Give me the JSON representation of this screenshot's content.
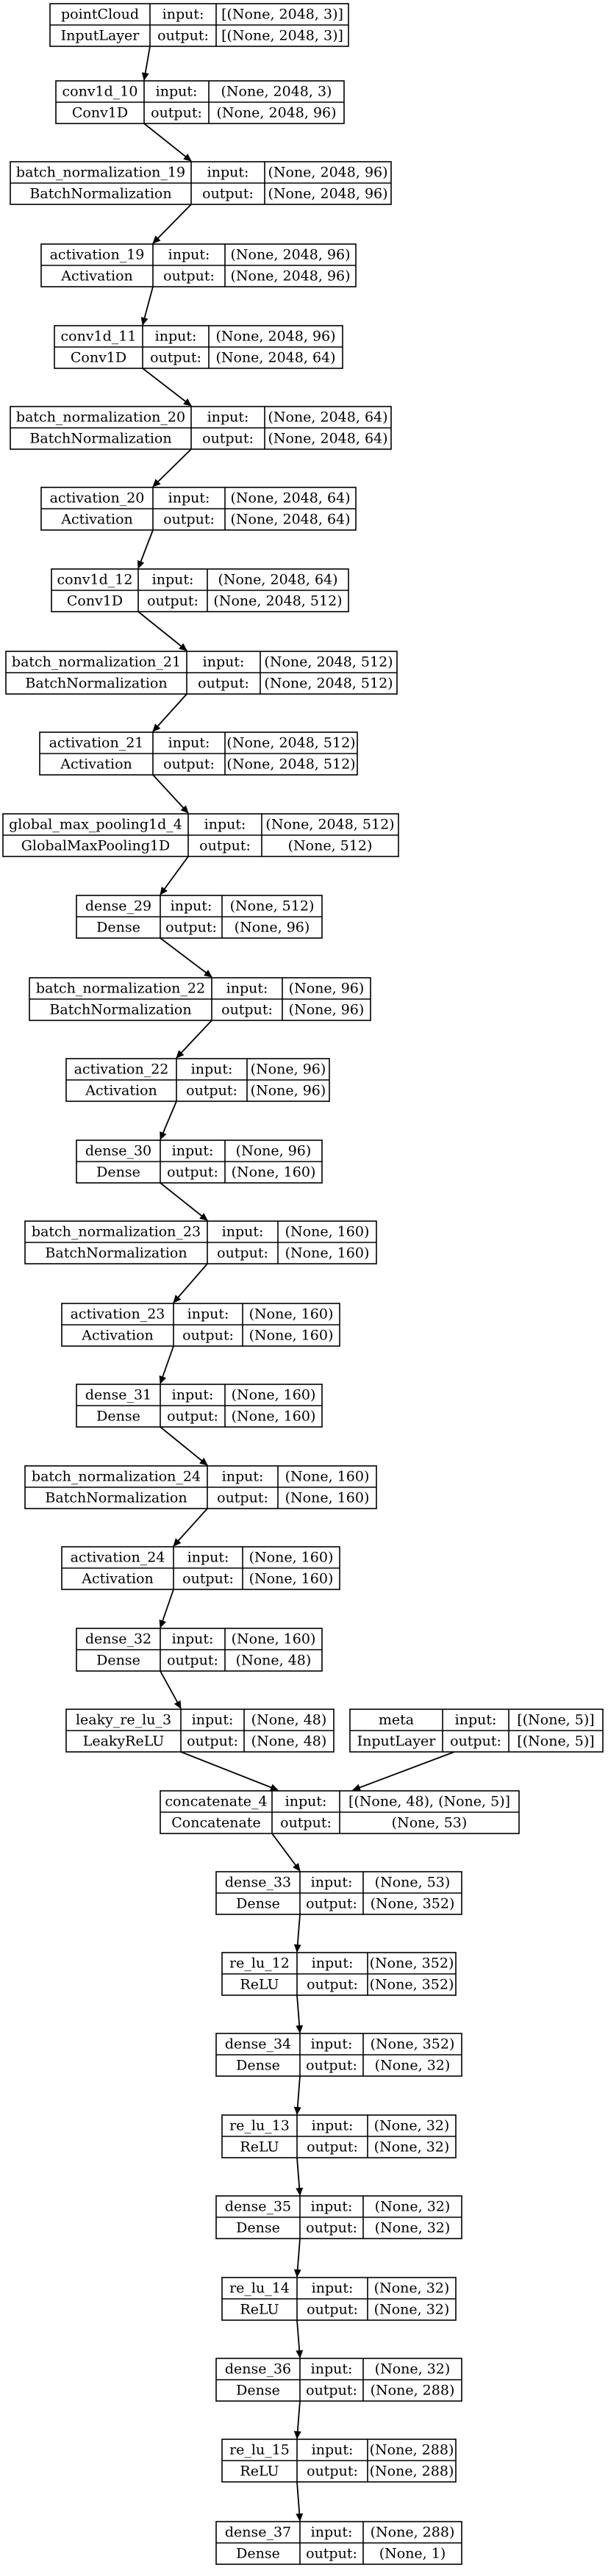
{
  "diagram": {
    "type": "keras-model-plot",
    "labels": {
      "input": "input:",
      "output": "output:"
    },
    "nodes": [
      {
        "id": "pointCloud",
        "name": "pointCloud",
        "class": "InputLayer",
        "input": "[(None, 2048, 3)]",
        "output": "[(None, 2048, 3)]"
      },
      {
        "id": "conv1d_10",
        "name": "conv1d_10",
        "class": "Conv1D",
        "input": "(None, 2048, 3)",
        "output": "(None, 2048, 96)"
      },
      {
        "id": "batch_normalization_19",
        "name": "batch_normalization_19",
        "class": "BatchNormalization",
        "input": "(None, 2048, 96)",
        "output": "(None, 2048, 96)"
      },
      {
        "id": "activation_19",
        "name": "activation_19",
        "class": "Activation",
        "input": "(None, 2048, 96)",
        "output": "(None, 2048, 96)"
      },
      {
        "id": "conv1d_11",
        "name": "conv1d_11",
        "class": "Conv1D",
        "input": "(None, 2048, 96)",
        "output": "(None, 2048, 64)"
      },
      {
        "id": "batch_normalization_20",
        "name": "batch_normalization_20",
        "class": "BatchNormalization",
        "input": "(None, 2048, 64)",
        "output": "(None, 2048, 64)"
      },
      {
        "id": "activation_20",
        "name": "activation_20",
        "class": "Activation",
        "input": "(None, 2048, 64)",
        "output": "(None, 2048, 64)"
      },
      {
        "id": "conv1d_12",
        "name": "conv1d_12",
        "class": "Conv1D",
        "input": "(None, 2048, 64)",
        "output": "(None, 2048, 512)"
      },
      {
        "id": "batch_normalization_21",
        "name": "batch_normalization_21",
        "class": "BatchNormalization",
        "input": "(None, 2048, 512)",
        "output": "(None, 2048, 512)"
      },
      {
        "id": "activation_21",
        "name": "activation_21",
        "class": "Activation",
        "input": "(None, 2048, 512)",
        "output": "(None, 2048, 512)"
      },
      {
        "id": "global_max_pooling1d_4",
        "name": "global_max_pooling1d_4",
        "class": "GlobalMaxPooling1D",
        "input": "(None, 2048, 512)",
        "output": "(None, 512)"
      },
      {
        "id": "dense_29",
        "name": "dense_29",
        "class": "Dense",
        "input": "(None, 512)",
        "output": "(None, 96)"
      },
      {
        "id": "batch_normalization_22",
        "name": "batch_normalization_22",
        "class": "BatchNormalization",
        "input": "(None, 96)",
        "output": "(None, 96)"
      },
      {
        "id": "activation_22",
        "name": "activation_22",
        "class": "Activation",
        "input": "(None, 96)",
        "output": "(None, 96)"
      },
      {
        "id": "dense_30",
        "name": "dense_30",
        "class": "Dense",
        "input": "(None, 96)",
        "output": "(None, 160)"
      },
      {
        "id": "batch_normalization_23",
        "name": "batch_normalization_23",
        "class": "BatchNormalization",
        "input": "(None, 160)",
        "output": "(None, 160)"
      },
      {
        "id": "activation_23",
        "name": "activation_23",
        "class": "Activation",
        "input": "(None, 160)",
        "output": "(None, 160)"
      },
      {
        "id": "dense_31",
        "name": "dense_31",
        "class": "Dense",
        "input": "(None, 160)",
        "output": "(None, 160)"
      },
      {
        "id": "batch_normalization_24",
        "name": "batch_normalization_24",
        "class": "BatchNormalization",
        "input": "(None, 160)",
        "output": "(None, 160)"
      },
      {
        "id": "activation_24",
        "name": "activation_24",
        "class": "Activation",
        "input": "(None, 160)",
        "output": "(None, 160)"
      },
      {
        "id": "dense_32",
        "name": "dense_32",
        "class": "Dense",
        "input": "(None, 160)",
        "output": "(None, 48)"
      },
      {
        "id": "leaky_re_lu_3",
        "name": "leaky_re_lu_3",
        "class": "LeakyReLU",
        "input": "(None, 48)",
        "output": "(None, 48)"
      },
      {
        "id": "meta",
        "name": "meta",
        "class": "InputLayer",
        "input": "[(None, 5)]",
        "output": "[(None, 5)]"
      },
      {
        "id": "concatenate_4",
        "name": "concatenate_4",
        "class": "Concatenate",
        "input": "[(None, 48), (None, 5)]",
        "output": "(None, 53)"
      },
      {
        "id": "dense_33",
        "name": "dense_33",
        "class": "Dense",
        "input": "(None, 53)",
        "output": "(None, 352)"
      },
      {
        "id": "re_lu_12",
        "name": "re_lu_12",
        "class": "ReLU",
        "input": "(None, 352)",
        "output": "(None, 352)"
      },
      {
        "id": "dense_34",
        "name": "dense_34",
        "class": "Dense",
        "input": "(None, 352)",
        "output": "(None, 32)"
      },
      {
        "id": "re_lu_13",
        "name": "re_lu_13",
        "class": "ReLU",
        "input": "(None, 32)",
        "output": "(None, 32)"
      },
      {
        "id": "dense_35",
        "name": "dense_35",
        "class": "Dense",
        "input": "(None, 32)",
        "output": "(None, 32)"
      },
      {
        "id": "re_lu_14",
        "name": "re_lu_14",
        "class": "ReLU",
        "input": "(None, 32)",
        "output": "(None, 32)"
      },
      {
        "id": "dense_36",
        "name": "dense_36",
        "class": "Dense",
        "input": "(None, 32)",
        "output": "(None, 288)"
      },
      {
        "id": "re_lu_15",
        "name": "re_lu_15",
        "class": "ReLU",
        "input": "(None, 288)",
        "output": "(None, 288)"
      },
      {
        "id": "dense_37",
        "name": "dense_37",
        "class": "Dense",
        "input": "(None, 288)",
        "output": "(None, 1)"
      }
    ],
    "edges": [
      [
        "pointCloud",
        "conv1d_10"
      ],
      [
        "conv1d_10",
        "batch_normalization_19"
      ],
      [
        "batch_normalization_19",
        "activation_19"
      ],
      [
        "activation_19",
        "conv1d_11"
      ],
      [
        "conv1d_11",
        "batch_normalization_20"
      ],
      [
        "batch_normalization_20",
        "activation_20"
      ],
      [
        "activation_20",
        "conv1d_12"
      ],
      [
        "conv1d_12",
        "batch_normalization_21"
      ],
      [
        "batch_normalization_21",
        "activation_21"
      ],
      [
        "activation_21",
        "global_max_pooling1d_4"
      ],
      [
        "global_max_pooling1d_4",
        "dense_29"
      ],
      [
        "dense_29",
        "batch_normalization_22"
      ],
      [
        "batch_normalization_22",
        "activation_22"
      ],
      [
        "activation_22",
        "dense_30"
      ],
      [
        "dense_30",
        "batch_normalization_23"
      ],
      [
        "batch_normalization_23",
        "activation_23"
      ],
      [
        "activation_23",
        "dense_31"
      ],
      [
        "dense_31",
        "batch_normalization_24"
      ],
      [
        "batch_normalization_24",
        "activation_24"
      ],
      [
        "activation_24",
        "dense_32"
      ],
      [
        "dense_32",
        "leaky_re_lu_3"
      ],
      [
        "leaky_re_lu_3",
        "concatenate_4"
      ],
      [
        "meta",
        "concatenate_4"
      ],
      [
        "concatenate_4",
        "dense_33"
      ],
      [
        "dense_33",
        "re_lu_12"
      ],
      [
        "re_lu_12",
        "dense_34"
      ],
      [
        "dense_34",
        "re_lu_13"
      ],
      [
        "re_lu_13",
        "dense_35"
      ],
      [
        "dense_35",
        "re_lu_14"
      ],
      [
        "re_lu_14",
        "dense_36"
      ],
      [
        "dense_36",
        "re_lu_15"
      ],
      [
        "re_lu_15",
        "dense_37"
      ]
    ]
  }
}
